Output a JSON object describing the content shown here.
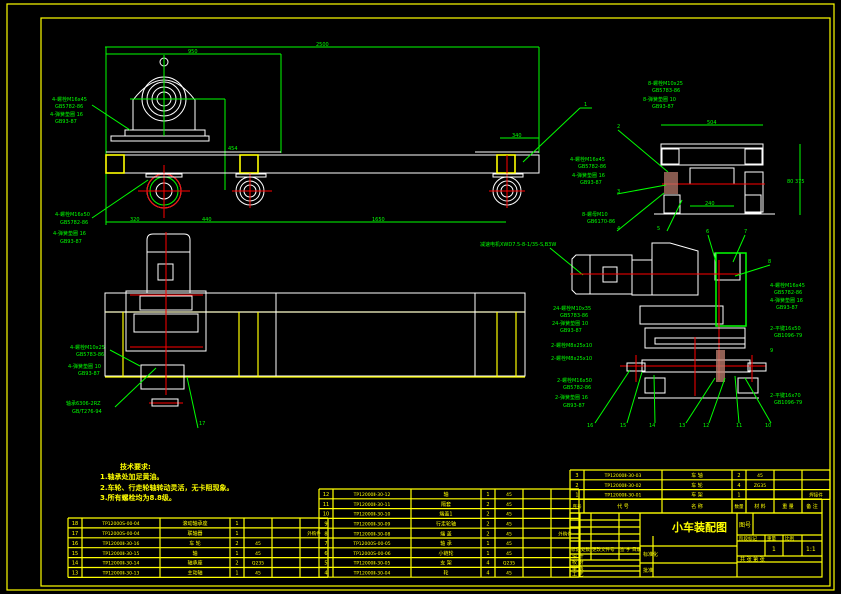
{
  "drawing": {
    "title": "小车装配图",
    "drawing_no_label": "图号",
    "colors": {
      "frame": "#ffff00",
      "outline": "#ffffff",
      "dimension": "#00ff00",
      "centerline": "#ff0000",
      "background": "#000000"
    }
  },
  "dimensions": {
    "top_view": {
      "overall": "2500",
      "motor_width": "950",
      "right_segment": "340",
      "left_offset": "320",
      "wheel_spacing": "440",
      "span": "1650",
      "height": "454"
    },
    "side_view": {
      "width": "504",
      "height": "375",
      "inner": "240",
      "small": "80"
    }
  },
  "technical_requirements": {
    "heading": "技术要求:",
    "items": [
      "1.轴承处加足黄油。",
      "2.车轮、行走轮轴转动灵活，无卡阻现象。",
      "3.所有螺栓均为8.8级。"
    ]
  },
  "callouts": {
    "top_left_1": [
      "4-螺栓M16x45",
      "GB5782-86",
      "4-弹簧垫圈 16",
      "GB93-87"
    ],
    "top_left_2": [
      "4-螺栓M16x50",
      "GB5782-86",
      "4-弹簧垫圈 16",
      "GB93-87"
    ],
    "side_top": [
      "8-螺栓M10x25",
      "GB5783-86",
      "8-弹簧垫圈 10",
      "GB93-87"
    ],
    "side_left_1": [
      "4-螺栓M16x45",
      "GB5782-86",
      "4-弹簧垫圈 16",
      "GB93-87"
    ],
    "side_left_2": [
      "8-螺母M10",
      "GB6170-86"
    ],
    "front_motor": "减速电机XWD7.5-8-1/35-S,B3W",
    "front_left_1": [
      "24-螺栓M10x35",
      "GB5783-86",
      "24-弹簧垫圈 10",
      "GB93-87"
    ],
    "front_left_2": [
      "2-螺栓M8x25x10"
    ],
    "front_left_3": [
      "2-螺栓M8x25x10"
    ],
    "front_left_4": [
      "2-螺栓M16x50",
      "GB5782-86",
      "2-弹簧垫圈 16",
      "GB93-87"
    ],
    "front_right_1": [
      "4-螺栓M16x45",
      "GB5782-86",
      "4-弹簧垫圈 16",
      "GB93-87"
    ],
    "front_right_2": [
      "2-平键16x50",
      "GB1096-79"
    ],
    "front_right_3": [
      "2-平键16x70",
      "GB1096-79"
    ],
    "bottom_left_1": [
      "4-螺栓M10x25",
      "GB5783-86",
      "4-弹簧垫圈 10",
      "GB93-87"
    ],
    "bottom_left_2": [
      "轴承6306-2RZ",
      "GB/T276-94"
    ]
  },
  "part_numbers": [
    "1",
    "2",
    "3",
    "4",
    "5",
    "6",
    "7",
    "8",
    "9",
    "10",
    "11",
    "12",
    "13",
    "14",
    "15",
    "16",
    "17"
  ],
  "bom_left": [
    {
      "no": "18",
      "code": "TP12000S-00-04",
      "name": "滚动轴承座",
      "qty": "1",
      "mat": "",
      "w1": "",
      "note": ""
    },
    {
      "no": "17",
      "code": "TP12000S-00-04",
      "name": "联轴器",
      "qty": "1",
      "mat": "",
      "w1": "",
      "note": "外购件"
    },
    {
      "no": "16",
      "code": "TP12000Ⅱ-30-16",
      "name": "车 轮",
      "qty": "2",
      "mat": "45",
      "w1": "",
      "note": ""
    },
    {
      "no": "15",
      "code": "TP12000Ⅱ-30-15",
      "name": "轴",
      "qty": "1",
      "mat": "45",
      "w1": "",
      "note": ""
    },
    {
      "no": "14",
      "code": "TP12000Ⅱ-30-14",
      "name": "轴承座",
      "qty": "2",
      "mat": "Q235",
      "w1": "",
      "note": ""
    },
    {
      "no": "13",
      "code": "TP12000Ⅱ-30-13",
      "name": "主动轴",
      "qty": "1",
      "mat": "45",
      "w1": "",
      "note": ""
    }
  ],
  "bom_mid": [
    {
      "no": "12",
      "code": "TP12000Ⅱ-30-12",
      "name": "轴",
      "qty": "1",
      "mat": "45",
      "w1": "",
      "note": ""
    },
    {
      "no": "11",
      "code": "TP12000Ⅱ-30-11",
      "name": "隔套",
      "qty": "2",
      "mat": "45",
      "w1": "",
      "note": ""
    },
    {
      "no": "10",
      "code": "TP12000Ⅱ-30-10",
      "name": "端盖1",
      "qty": "2",
      "mat": "45",
      "w1": "",
      "note": ""
    },
    {
      "no": "9",
      "code": "TP12000Ⅱ-30-09",
      "name": "行走轮轴",
      "qty": "2",
      "mat": "45",
      "w1": "",
      "note": ""
    },
    {
      "no": "8",
      "code": "TP12000Ⅱ-30-08",
      "name": "端 盖",
      "qty": "2",
      "mat": "45",
      "w1": "",
      "note": "外购件"
    },
    {
      "no": "7",
      "code": "TP12000S-00-05",
      "name": "轴 承",
      "qty": "1",
      "mat": "45",
      "w1": "",
      "note": ""
    },
    {
      "no": "6",
      "code": "TP12000S-00-06",
      "name": "小链轮",
      "qty": "1",
      "mat": "45",
      "w1": "",
      "note": ""
    },
    {
      "no": "5",
      "code": "TP12000Ⅱ-30-05",
      "name": "支 架",
      "qty": "4",
      "mat": "Q235",
      "w1": "",
      "note": ""
    },
    {
      "no": "4",
      "code": "TP12000Ⅱ-30-04",
      "name": "轮",
      "qty": "4",
      "mat": "45",
      "w1": "",
      "note": ""
    }
  ],
  "bom_right": [
    {
      "no": "3",
      "code": "TP12000Ⅱ-30-03",
      "name": "车 轴",
      "qty": "2",
      "mat": "45",
      "w1": "",
      "note": ""
    },
    {
      "no": "2",
      "code": "TP12000Ⅱ-30-02",
      "name": "车 轮",
      "qty": "4",
      "mat": "ZG35",
      "w1": "",
      "note": ""
    },
    {
      "no": "1",
      "code": "TP12000Ⅱ-30-01",
      "name": "车 架",
      "qty": "1",
      "mat": "",
      "w1": "",
      "note": "焊接件"
    }
  ],
  "bom_header": {
    "no": "序号",
    "code": "代 号",
    "name": "名 称",
    "qty": "数量",
    "mat": "材 料",
    "weight": "重 量",
    "note": "备 注"
  },
  "title_block": {
    "labels": [
      "标记",
      "处数",
      "更改文件号",
      "签 字",
      "日期"
    ],
    "roles": [
      "设 计",
      "校 对",
      "审 核",
      "工 艺"
    ],
    "std": "标准化",
    "approve": "批准",
    "stage": "阶段标记",
    "weight": "重量",
    "scale_label": "比例",
    "scale": "1:1",
    "count": "1",
    "sheet": "共 张 第 张"
  }
}
